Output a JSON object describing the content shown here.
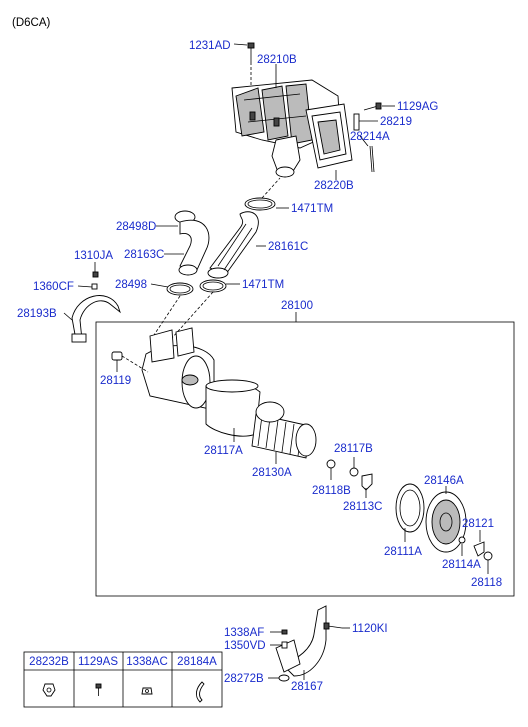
{
  "model": "(D6CA)",
  "labels": {
    "l1231AD": "1231AD",
    "l28210B": "28210B",
    "l1129AG": "1129AG",
    "l28219": "28219",
    "l28214A": "28214A",
    "l28220B": "28220B",
    "l1471TM_top": "1471TM",
    "l28498D": "28498D",
    "l28161C": "28161C",
    "l28163C": "28163C",
    "l1310JA": "1310JA",
    "l1360CF": "1360CF",
    "l28498": "28498",
    "l1471TM_bot": "1471TM",
    "l28193B": "28193B",
    "l28100": "28100",
    "l28119": "28119",
    "l28117A": "28117A",
    "l28130A": "28130A",
    "l28117B": "28117B",
    "l28118B": "28118B",
    "l28113C": "28113C",
    "l28146A": "28146A",
    "l28111A": "28111A",
    "l28121": "28121",
    "l28114A": "28114A",
    "l28118": "28118",
    "l1338AF": "1338AF",
    "l1350VD": "1350VD",
    "l1120KI": "1120KI",
    "l28272B": "28272B",
    "l28167": "28167"
  },
  "table": {
    "headers": [
      "28232B",
      "1129AS",
      "1338AC",
      "28184A"
    ],
    "icons": [
      "grommet-icon",
      "screw-icon",
      "nut-icon",
      "clip-icon"
    ]
  }
}
